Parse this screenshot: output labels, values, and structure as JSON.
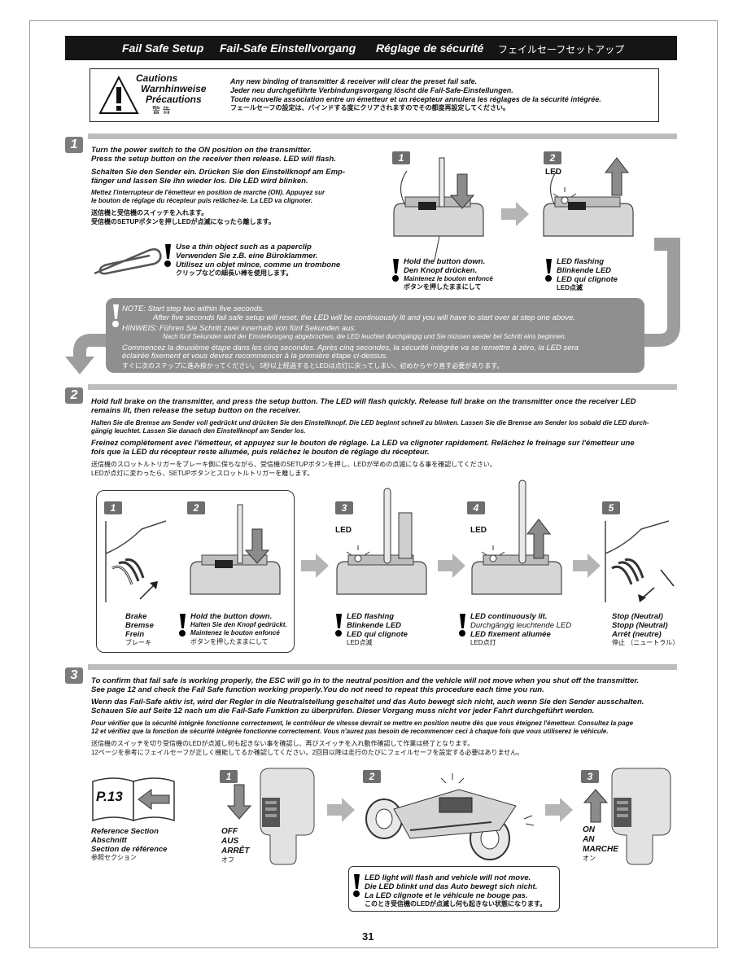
{
  "header": {
    "title_en": "Fail Safe Setup",
    "title_de": "Fail-Safe Einstellvorgang",
    "title_fr": "Réglage de sécurité",
    "title_jp": "フェイルセーフセットアップ"
  },
  "caution": {
    "label_en": "Cautions",
    "label_de": "Warnhinweise",
    "label_fr": "Précautions",
    "label_jp": "警 告",
    "line_en": "Any new binding of transmitter & receiver will clear the preset fail safe.",
    "line_de": "Jeder neu durchgeführte Verbindungsvorgang löscht die Fail-Safe-Einstellungen.",
    "line_fr": "Toute nouvelle association entre un émetteur et un récepteur annulera les réglages de la sécurité intégrée.",
    "line_jp": "フェールセーフの設定は、バインドする度にクリアされますのでその都度再設定してください。"
  },
  "step1": {
    "number": "1",
    "en_1": "Turn the power switch to the ON position on the transmitter.",
    "en_2": "Press the setup button on the receiver then release. LED will flash.",
    "de_1": "Schalten Sie den Sender ein. Drücken Sie den Einstellknopf am Emp-",
    "de_2": "fänger und lassen Sie ihn wieder los. Die LED wird blinken.",
    "fr_1": "Mettez l'interrupteur de l'émetteur en position de marche (ON). Appuyez sur",
    "fr_2": "le bouton de réglage du récepteur puis relâchez-le. La LED va clignoter.",
    "jp_1": "送信機と受信機のスイッチを入れます。",
    "jp_2": "受信機のSETUPボタンを押しLEDが点滅になったら離します。",
    "clip_en": "Use a thin object such as a paperclip",
    "clip_de": "Verwenden Sie z.B. eine Büroklammer.",
    "clip_fr": "Utilisez un objet mince, comme un trombone",
    "clip_jp": "クリップなどの細長い棒を使用します。",
    "fig1_num": "1",
    "fig2_num": "2",
    "fig2_led": "LED",
    "hold_en": "Hold the button down.",
    "hold_de": "Den Knopf drücken.",
    "hold_fr": "Maintenez le bouton enfoncé",
    "hold_jp": "ボタンを押したままにして",
    "flash_en": "LED flashing",
    "flash_de": "Blinkende LED",
    "flash_fr": "LED qui clignote",
    "flash_jp": "LED点滅"
  },
  "note": {
    "en_1": "NOTE: Start step two within five seconds.",
    "en_2": "After five seconds fail safe setup will reset, the LED will be continuously lit and you will have to start over at step one above.",
    "de_1": "HINWEIS: Führen Sie Schritt zwei innerhalb von fünf Sekunden aus.",
    "de_2": "Nach fünf Sekunden wird der Einstellvorgang abgebrochen, die LED leuchtet durchgängig und Sie müssen wieder bei Schritt eins beginnen.",
    "fr_1": "Commencez la deuxième étape dans les cinq secondes. Après cinq secondes, la sécurité intégrée va se remettre à zéro, la LED sera",
    "fr_2": "éclairée fixement et vous devrez recommencer à la première étape ci-dessus.",
    "jp": "すぐに次のステップに進み掛かってください。 5秒以上経過するとLEDは点灯に戻ってしまい、初めからやり直す必要があります。"
  },
  "step2": {
    "number": "2",
    "en_1": "Hold full brake on the transmitter, and press the setup button. The LED will flash quickly. Release full brake on the transmitter once the receiver LED",
    "en_2": "remains lit, then release the setup button on the receiver.",
    "de_1": "Halten Sie die Bremse am Sender voll gedrückt und drücken Sie den Einstellknopf. Die LED beginnt schnell zu blinken. Lassen Sie die Bremse am Sender los sobald die LED durch-",
    "de_2": "gängig leuchtet. Lassen Sie danach den Einstellknopf am Sender los.",
    "fr_1": "Freinez complètement avec l'émetteur, et appuyez sur le bouton de réglage. La LED va clignoter rapidement. Relâchez le freinage sur l'émetteur une",
    "fr_2": "fois que la LED du récepteur reste allumée, puis relâchez le bouton de réglage du récepteur.",
    "jp_1": "送信機のスロットルトリガーをブレーキ側に保ちながら、受信機のSETUPボタンを押し、LEDが早めの点滅になる事を確認してください。",
    "jp_2": "LEDが点灯に変わったら、SETUPボタンとスロットルトリガーを離します。",
    "figs": [
      "1",
      "2",
      "3",
      "4",
      "5"
    ],
    "led3": "LED",
    "led4": "LED",
    "brake_en": "Brake",
    "brake_de": "Bremse",
    "brake_fr": "Frein",
    "brake_jp": "ブレーキ",
    "hold_en": "Hold the button down.",
    "hold_de": "Halten Sie den Knopf gedrückt.",
    "hold_fr": "Maintenez le bouton enfoncé",
    "hold_jp": "ボタンを押したままにして",
    "flash_en": "LED flashing",
    "flash_de": "Blinkende LED",
    "flash_fr": "LED qui clignote",
    "flash_jp": "LED点滅",
    "lit_en": "LED continuously lit.",
    "lit_de": "Durchgängig leuchtende LED",
    "lit_fr": "LED fixement allumée",
    "lit_jp": "LED点灯",
    "stop_en": "Stop (Neutral)",
    "stop_de": "Stopp (Neutral)",
    "stop_fr": "Arrêt (neutre)",
    "stop_jp": "停止 （ニュートラル）"
  },
  "step3": {
    "number": "3",
    "en_1": "To confirm that fail safe is working properly, the ESC will go in to the neutral position and the vehicle will not move when you shut off the transmitter.",
    "en_2": "See page 12 and check the Fail Safe function working properly.You do not need to repeat this procedure each time you run.",
    "de_1": "Wenn das Fail-Safe aktiv ist, wird der Regler in die Neutralstellung geschaltet und das Auto bewegt sich nicht, auch wenn Sie den Sender ausschalten.",
    "de_2": "Schauen Sie auf Seite 12 nach um die Fail-Safe Funktion zu überprüfen. Dieser Vorgang muss nicht vor jeder Fahrt durchgeführt werden.",
    "fr_1": "Pour vérifier que la sécurité intégrée fonctionne correctement, le contrôleur de vitesse devrait se mettre en position neutre dès que vous éteignez l'émetteur. Consultez la page",
    "fr_2": "12 et vérifiez que la fonction de sécurité intégrée fonctionne correctement. Vous n'aurez pas besoin de recommencer ceci à chaque fois que vous utiliserez le véhicule.",
    "jp_1": "送信機のスイッチを切り受信機のLEDが点滅し何も起きない事を確認し、再びスイッチを入れ動作確認して作業は終了となります。",
    "jp_2": "12ページを参考にフェイルセーフが正しく機能してるか確認してください。2回目以降は走行のたびにフェイルセーフを設定する必要はありません。",
    "book_label": "P.13",
    "ref_en": "Reference Section",
    "ref_de": "Abschnitt",
    "ref_fr": "Section de référence",
    "ref_jp": "参照セクション",
    "figs": [
      "1",
      "2",
      "3"
    ],
    "off_en": "OFF",
    "off_de": "AUS",
    "off_fr": "ARRÊT",
    "off_jp": "オフ",
    "on_en": "ON",
    "on_de": "AN",
    "on_fr": "MARCHE",
    "on_jp": "オン",
    "warn_en": "LED light will flash and vehicle will not move.",
    "warn_de": "Die LED blinkt und das Auto bewegt sich nicht.",
    "warn_fr": "La LED clignote et le véhicule ne bouge pas.",
    "warn_jp": "このとき受信機のLEDが点滅し何も起きない状態になります。"
  },
  "footer": {
    "page_number": "31"
  },
  "colors": {
    "title_bar": "#151515",
    "step_gray": "#7c7c7c",
    "rule_gray": "#bdbdbd",
    "note_gray": "#8f8f8f"
  }
}
